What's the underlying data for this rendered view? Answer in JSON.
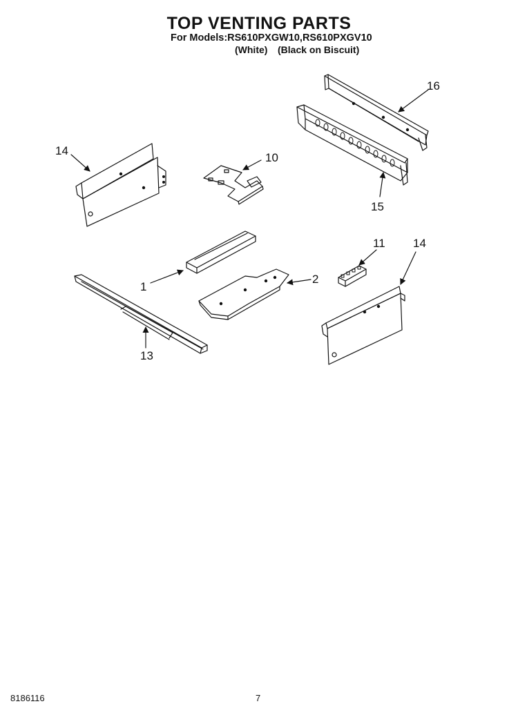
{
  "header": {
    "title": "TOP VENTING PARTS",
    "models_line": "For Models:RS610PXGW10,RS610PXGV10",
    "variant_white": "(White)",
    "variant_biscuit": "(Black on Biscuit)"
  },
  "callouts": {
    "c16": "16",
    "c14_left": "14",
    "c10": "10",
    "c15": "15",
    "c11": "11",
    "c14_right": "14",
    "c1": "1",
    "c2": "2",
    "c13": "13"
  },
  "footer": {
    "doc_number": "8186116",
    "page_number": "7"
  }
}
